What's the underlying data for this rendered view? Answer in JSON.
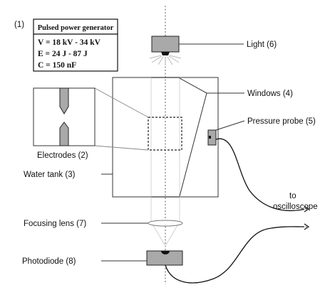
{
  "generator": {
    "number": "(1)",
    "title": "Pulsed power generator",
    "lines": [
      "V = 18 kV - 34 kV",
      "E = 24 J - 87 J",
      "C = 150 nF"
    ]
  },
  "labels": {
    "light": "Light (6)",
    "windows": "Windows (4)",
    "pressure_probe": "Pressure probe (5)",
    "electrodes": "Electrodes (2)",
    "water_tank": "Water tank (3)",
    "focusing_lens": "Focusing lens (7)",
    "photodiode": "Photodiode (8)",
    "to_line1": "to",
    "to_line2": "oscilloscope"
  },
  "colors": {
    "component_fill": "#a9a9a9",
    "line": "#333333",
    "background": "#ffffff"
  }
}
